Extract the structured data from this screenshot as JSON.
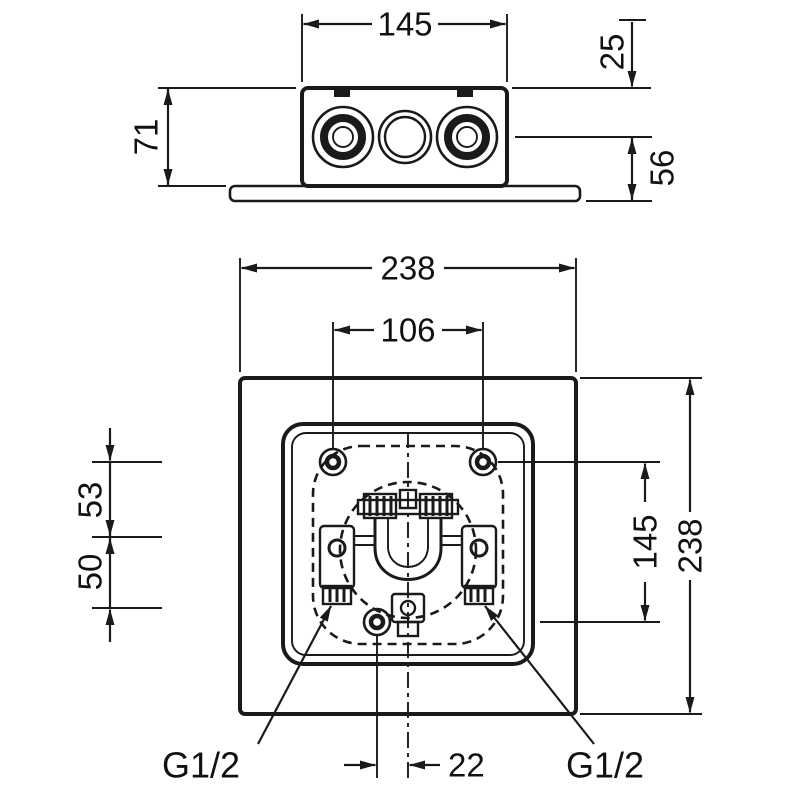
{
  "colors": {
    "line": "#1a1a1a",
    "background": "#ffffff"
  },
  "top_view": {
    "width_label": "145",
    "top_offset_label": "25",
    "height_label": "71",
    "depth_label": "56"
  },
  "front_view": {
    "overall_width_label": "238",
    "hole_spacing_label": "106",
    "upper_spacing_label": "53",
    "lower_spacing_label": "50",
    "vertical_span_label": "145",
    "overall_height_label": "238",
    "outlet_offset_label": "22",
    "thread_left_label": "G1/2",
    "thread_right_label": "G1/2"
  }
}
